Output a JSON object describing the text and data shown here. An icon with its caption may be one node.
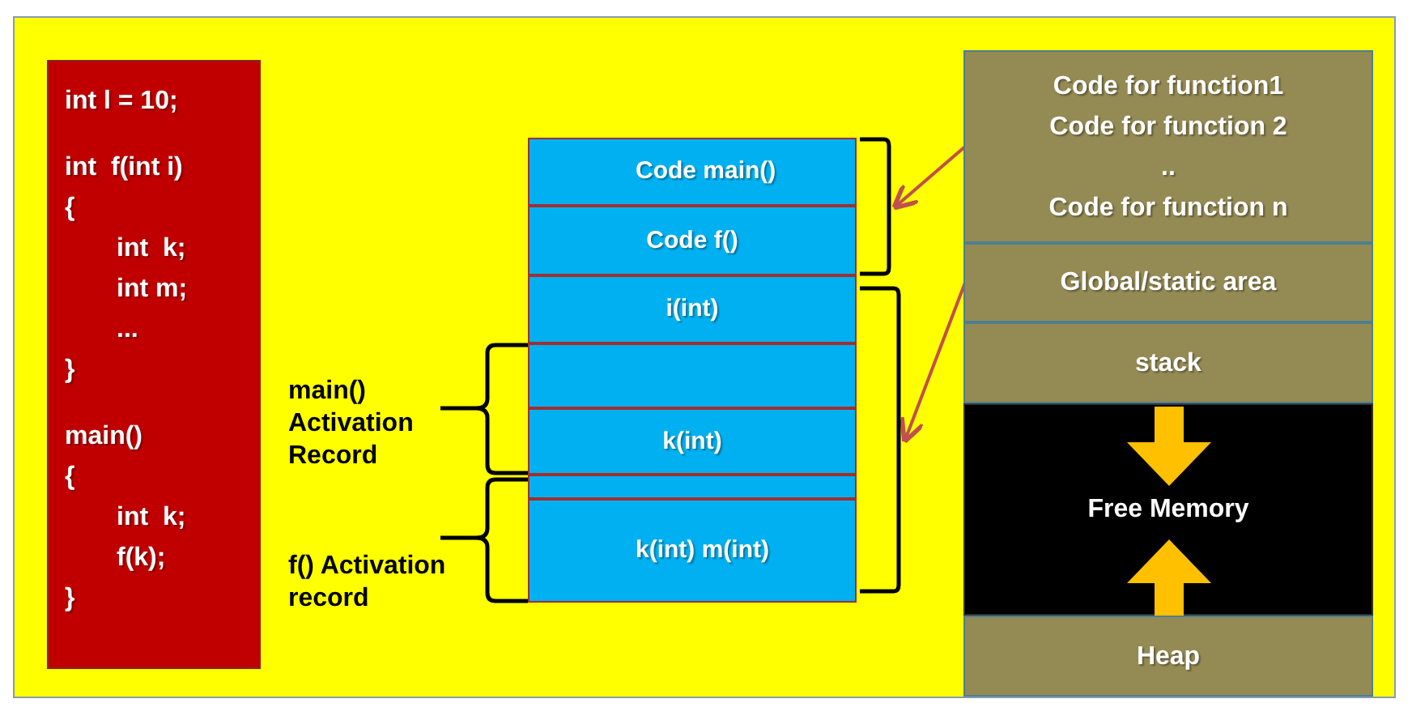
{
  "diagram": {
    "nodes": [
      {
        "text": [
          "int l = 10;",
          "int  f(int i)",
          "{",
          "int  k;",
          "int m;",
          "...",
          "}",
          "main()",
          "{",
          "int  k;",
          "f(k);",
          "}"
        ]
      },
      {
        "text": [
          "Code main()"
        ]
      },
      {
        "text": [
          "Code f()"
        ]
      },
      {
        "text": [
          "i(int)"
        ]
      },
      {
        "text": [],
        "shape": "box"
      },
      {
        "text": [
          "k(int)"
        ]
      },
      {
        "text": [],
        "shape": "box"
      },
      {
        "text": [
          "k(int) m(int)"
        ]
      },
      {
        "text": [
          "Code for function1",
          "Code for function 2",
          "..",
          "Code for function n"
        ]
      },
      {
        "text": [
          "Global/static area"
        ]
      },
      {
        "text": [
          "stack"
        ]
      },
      {
        "text": [
          "Free Memory"
        ]
      },
      {
        "text": [
          "Heap"
        ]
      },
      {
        "text": [],
        "shape": "bracket"
      },
      {
        "text": [],
        "shape": "bracket"
      }
    ],
    "edges": [
      {
        "from": 8,
        "to": 13,
        "arrow": "to"
      },
      {
        "from": 9,
        "to": 14,
        "arrow": "to"
      }
    ],
    "labels": [
      "main() Activation Record",
      "f() Activation record"
    ]
  }
}
